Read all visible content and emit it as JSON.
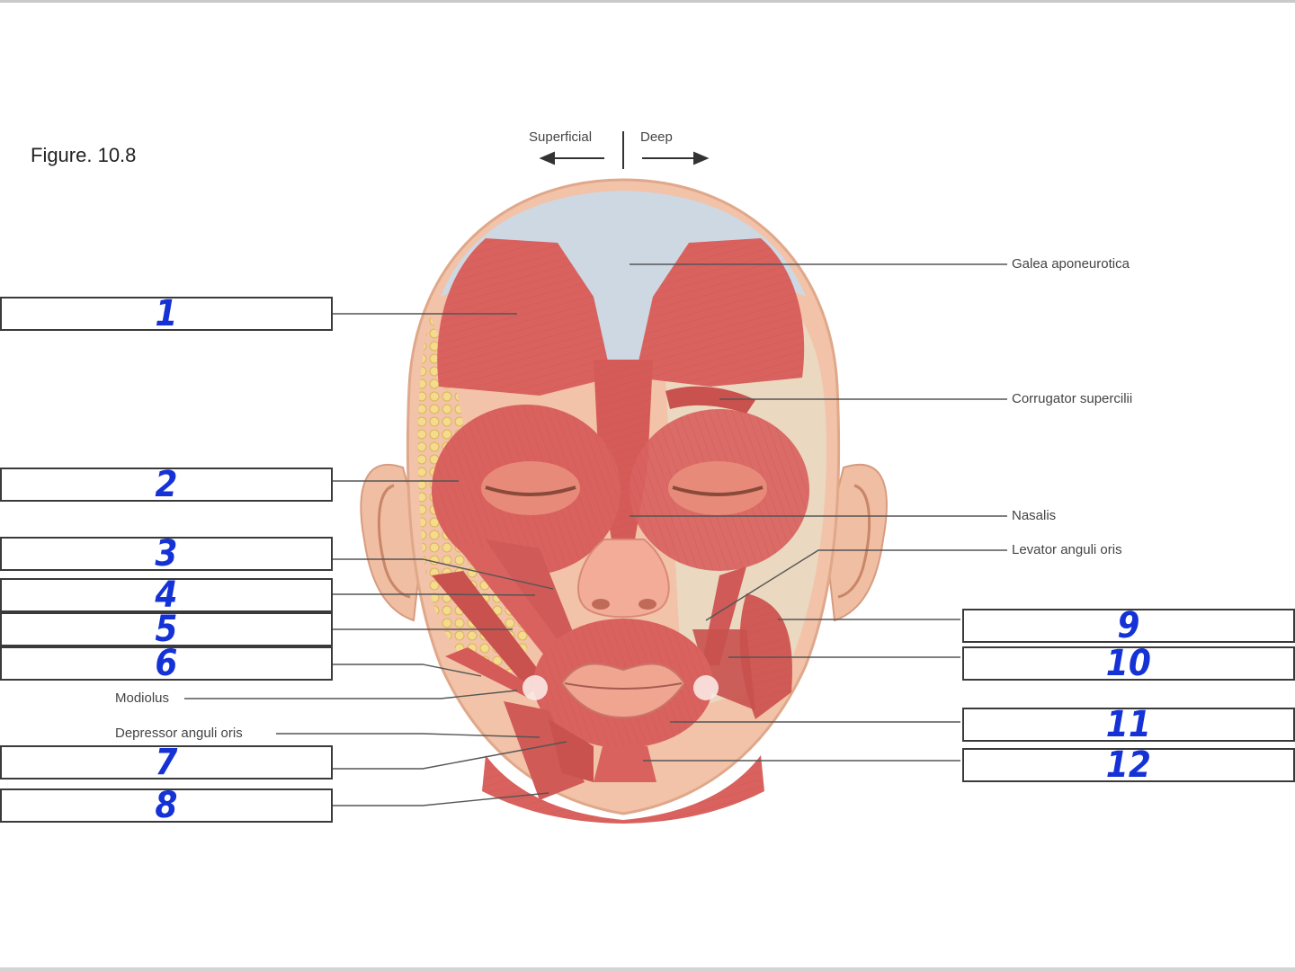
{
  "figure_title": "Figure. 10.8",
  "orientation": {
    "superficial": "Superficial",
    "deep": "Deep"
  },
  "labels": {
    "galea": "Galea aponeurotica",
    "corrugator": "Corrugator supercilii",
    "nasalis": "Nasalis",
    "levator_anguli": "Levator anguli oris",
    "modiolus": "Modiolus",
    "depressor_anguli": "Depressor anguli oris"
  },
  "answers": [
    "1",
    "2",
    "3",
    "4",
    "5",
    "6",
    "7",
    "8",
    "9",
    "10",
    "11",
    "12"
  ],
  "colors": {
    "muscle": "#d9625f",
    "muscle_dark": "#b8433f",
    "skin": "#f2c3a8",
    "galea": "#c8d3df",
    "fat": "#f0d37a",
    "bone": "#ead8c0",
    "ink": "#1532d6"
  }
}
